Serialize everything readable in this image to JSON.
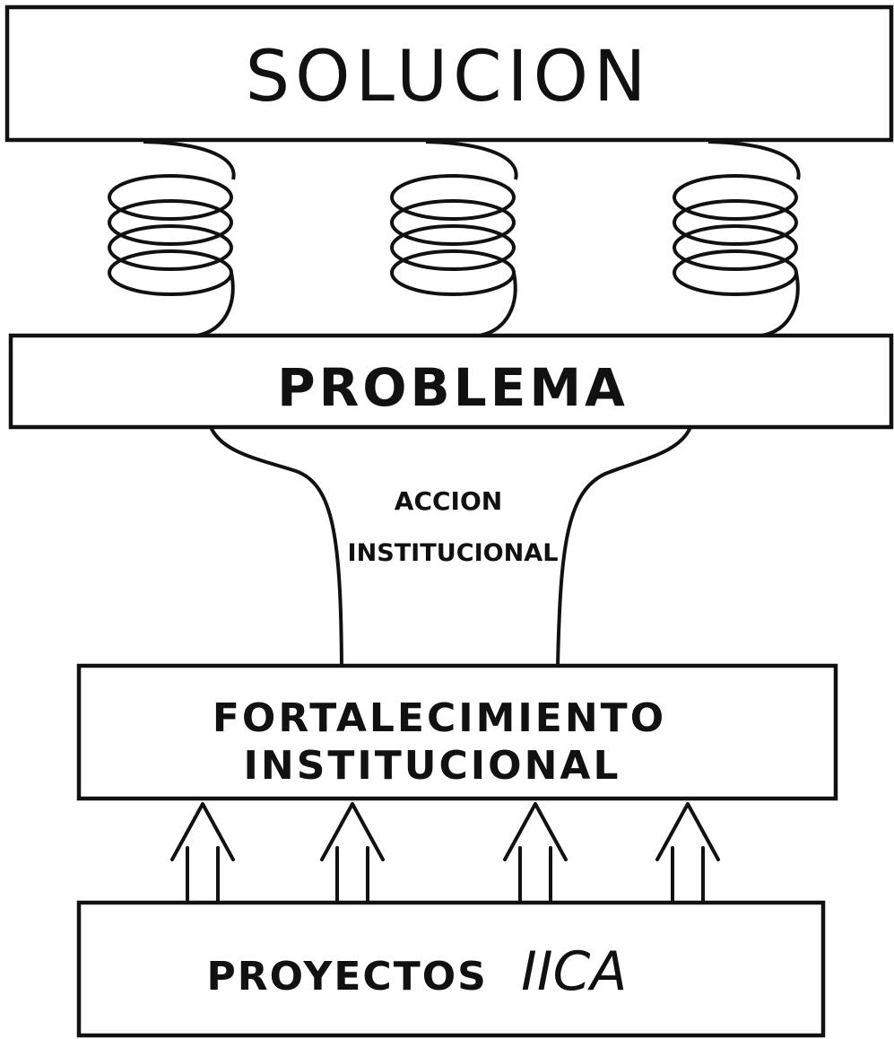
{
  "diagram": {
    "solution_box": {
      "label": "SOLUCION"
    },
    "problem_box": {
      "label": "PROBLEMA"
    },
    "institutional_action": {
      "line1": "ACCION",
      "line2": "INSTITUCIONAL"
    },
    "strengthening_box": {
      "line1": "FORTALECIMIENTO",
      "line2": "INSTITUCIONAL"
    },
    "projects_box": {
      "prefix": "PROYECTOS",
      "brand": "IICA"
    },
    "spring_count": 3,
    "arrow_count": 4
  }
}
